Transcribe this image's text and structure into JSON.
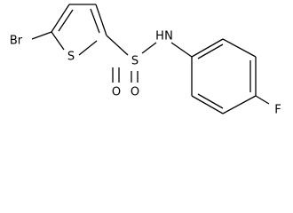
{
  "molecule": {
    "atoms": {
      "br": "Br",
      "s_ring": "S",
      "s_sulfonyl": "S",
      "o_upper": "O",
      "o_lower": "O",
      "n": "N",
      "h": "H",
      "f": "F"
    }
  }
}
